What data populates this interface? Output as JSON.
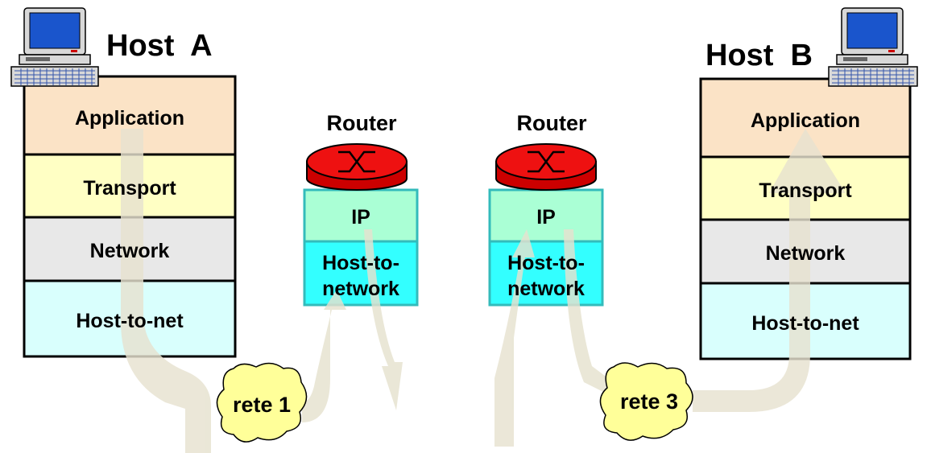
{
  "host_a": {
    "title": "Host  A",
    "layers": [
      "Application",
      "Transport",
      "Network",
      "Host-to-net"
    ]
  },
  "host_b": {
    "title": "Host  B",
    "layers": [
      "Application",
      "Transport",
      "Network",
      "Host-to-net"
    ]
  },
  "routers": [
    {
      "title": "Router",
      "ip_label": "IP",
      "link_label_1": "Host-to-",
      "link_label_2": "network"
    },
    {
      "title": "Router",
      "ip_label": "IP",
      "link_label_1": "Host-to-",
      "link_label_2": "network"
    }
  ],
  "networks": [
    "rete 1",
    "rete 3"
  ],
  "colors": {
    "application": "#fbe3c6",
    "transport": "#ffffc4",
    "network": "#e8e8e8",
    "host_to_net": "#d9fffd",
    "router_ip": "#aaffd5",
    "router_link": "#33ffff",
    "router_border": "#33bbbb",
    "router_red": "#ee1111",
    "cloud": "#ffff99",
    "flow_arrow": "#e6e2cf"
  }
}
